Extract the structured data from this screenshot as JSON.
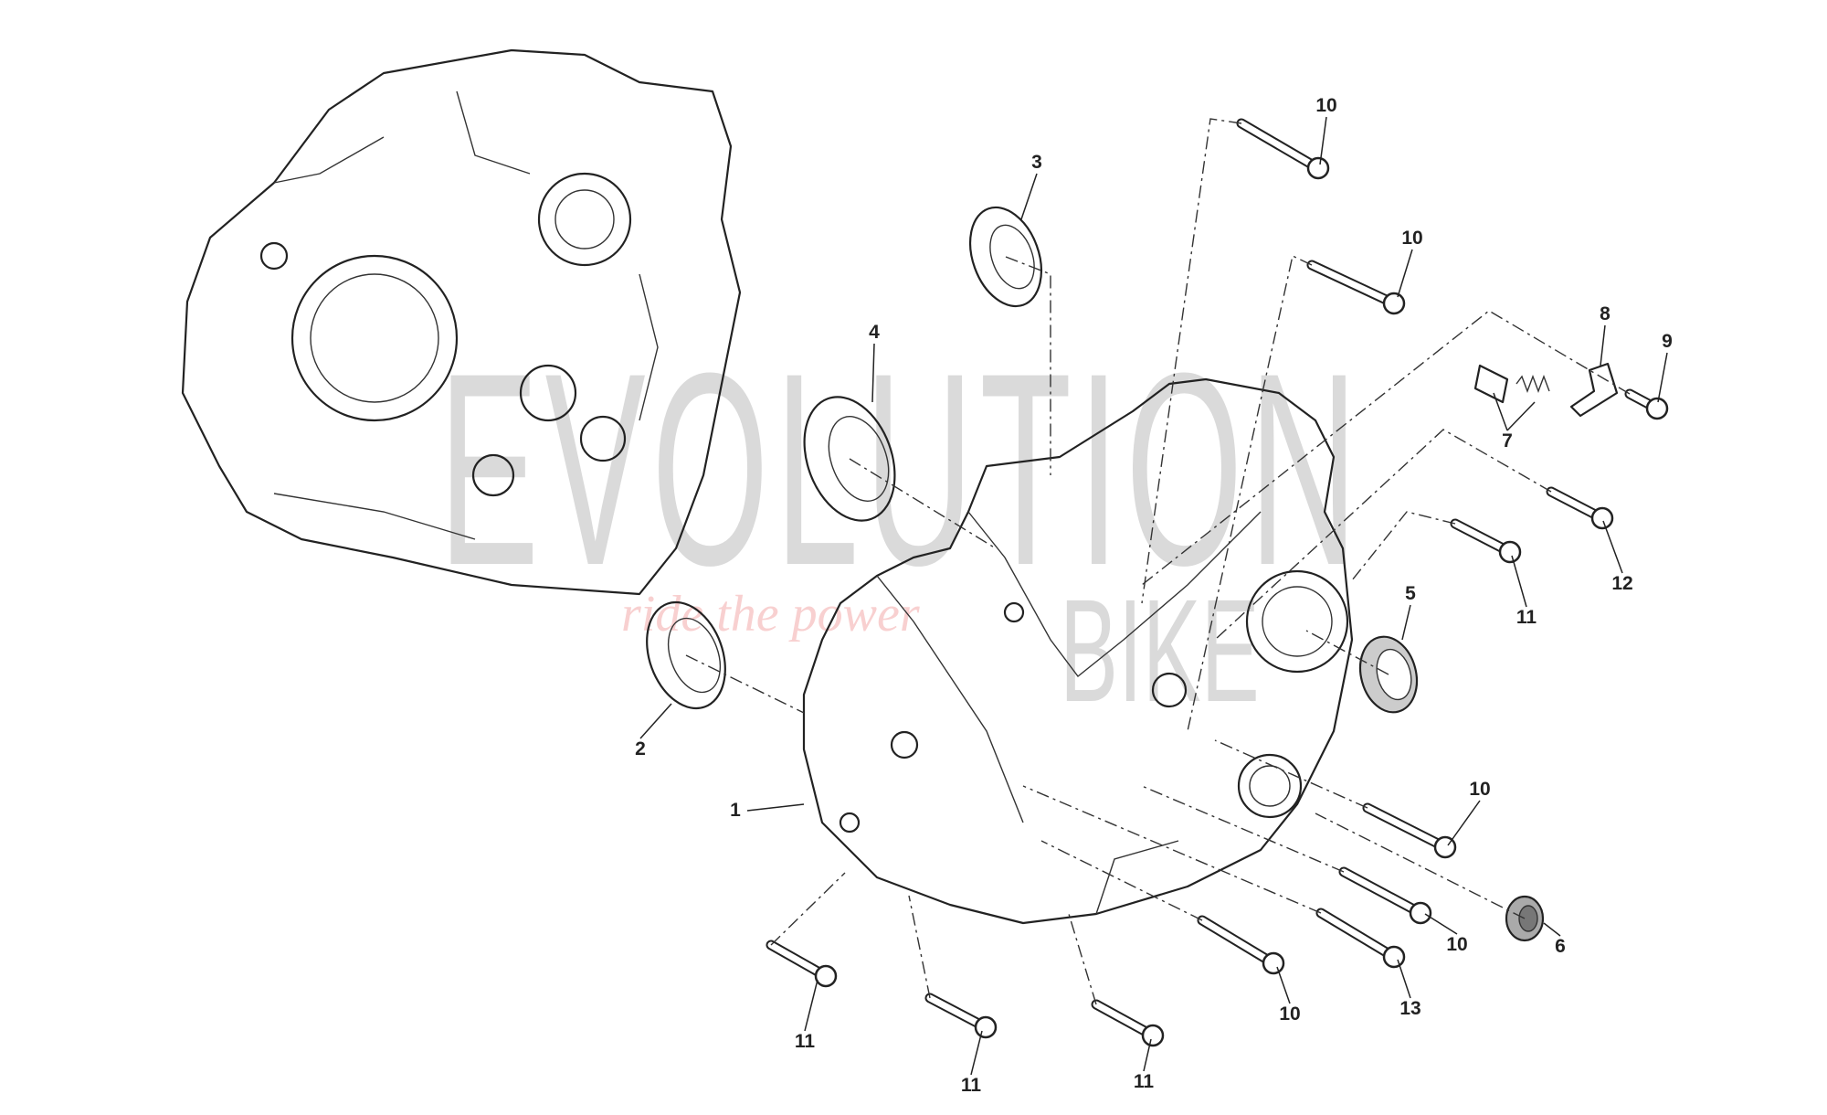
{
  "watermark": {
    "brand": "EVOLUTION",
    "brand2": "BIKE",
    "tagline": "ride the power"
  },
  "callouts": [
    {
      "id": "10a",
      "label": "10"
    },
    {
      "id": "3",
      "label": "3"
    },
    {
      "id": "10b",
      "label": "10"
    },
    {
      "id": "4",
      "label": "4"
    },
    {
      "id": "8",
      "label": "8"
    },
    {
      "id": "9",
      "label": "9"
    },
    {
      "id": "7",
      "label": "7"
    },
    {
      "id": "12",
      "label": "12"
    },
    {
      "id": "11a",
      "label": "11"
    },
    {
      "id": "5",
      "label": "5"
    },
    {
      "id": "2",
      "label": "2"
    },
    {
      "id": "1",
      "label": "1"
    },
    {
      "id": "10c",
      "label": "10"
    },
    {
      "id": "6",
      "label": "6"
    },
    {
      "id": "10d",
      "label": "10"
    },
    {
      "id": "13",
      "label": "13"
    },
    {
      "id": "10e",
      "label": "10"
    },
    {
      "id": "11b",
      "label": "11"
    },
    {
      "id": "11c",
      "label": "11"
    },
    {
      "id": "11d",
      "label": "11"
    }
  ]
}
